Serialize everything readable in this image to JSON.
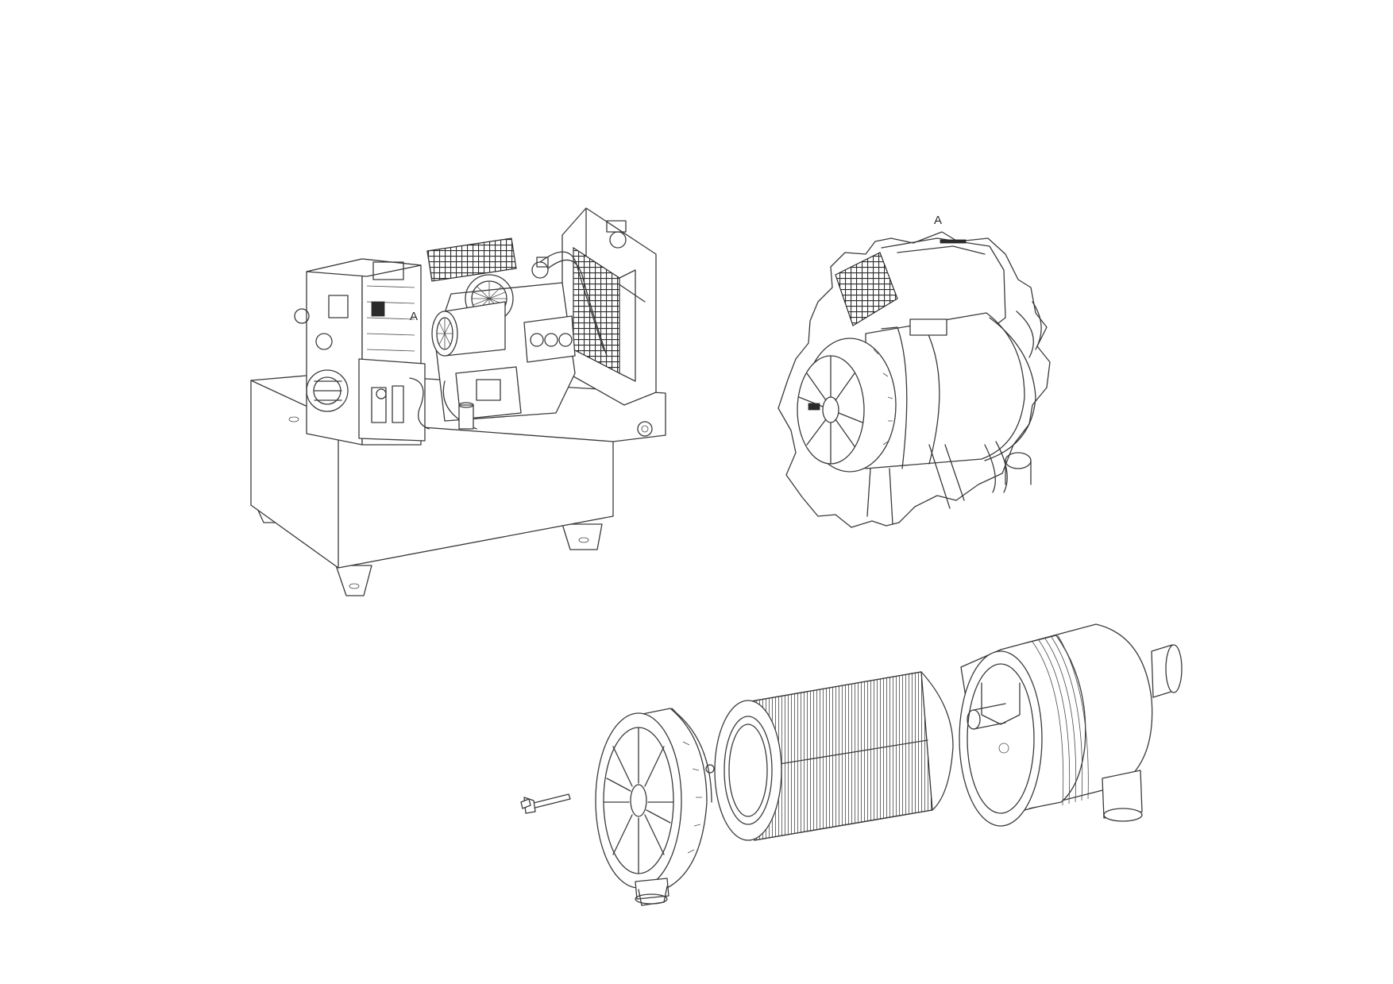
{
  "figure": {
    "callout_label_main": "A",
    "callout_label_detail": "A"
  },
  "views": [
    {
      "id": "generator-set-overview"
    },
    {
      "id": "detail-view-a-air-filter"
    },
    {
      "id": "air-filter-exploded-view"
    }
  ],
  "colors": {
    "line": "#3a3a3a",
    "background": "#ffffff"
  }
}
